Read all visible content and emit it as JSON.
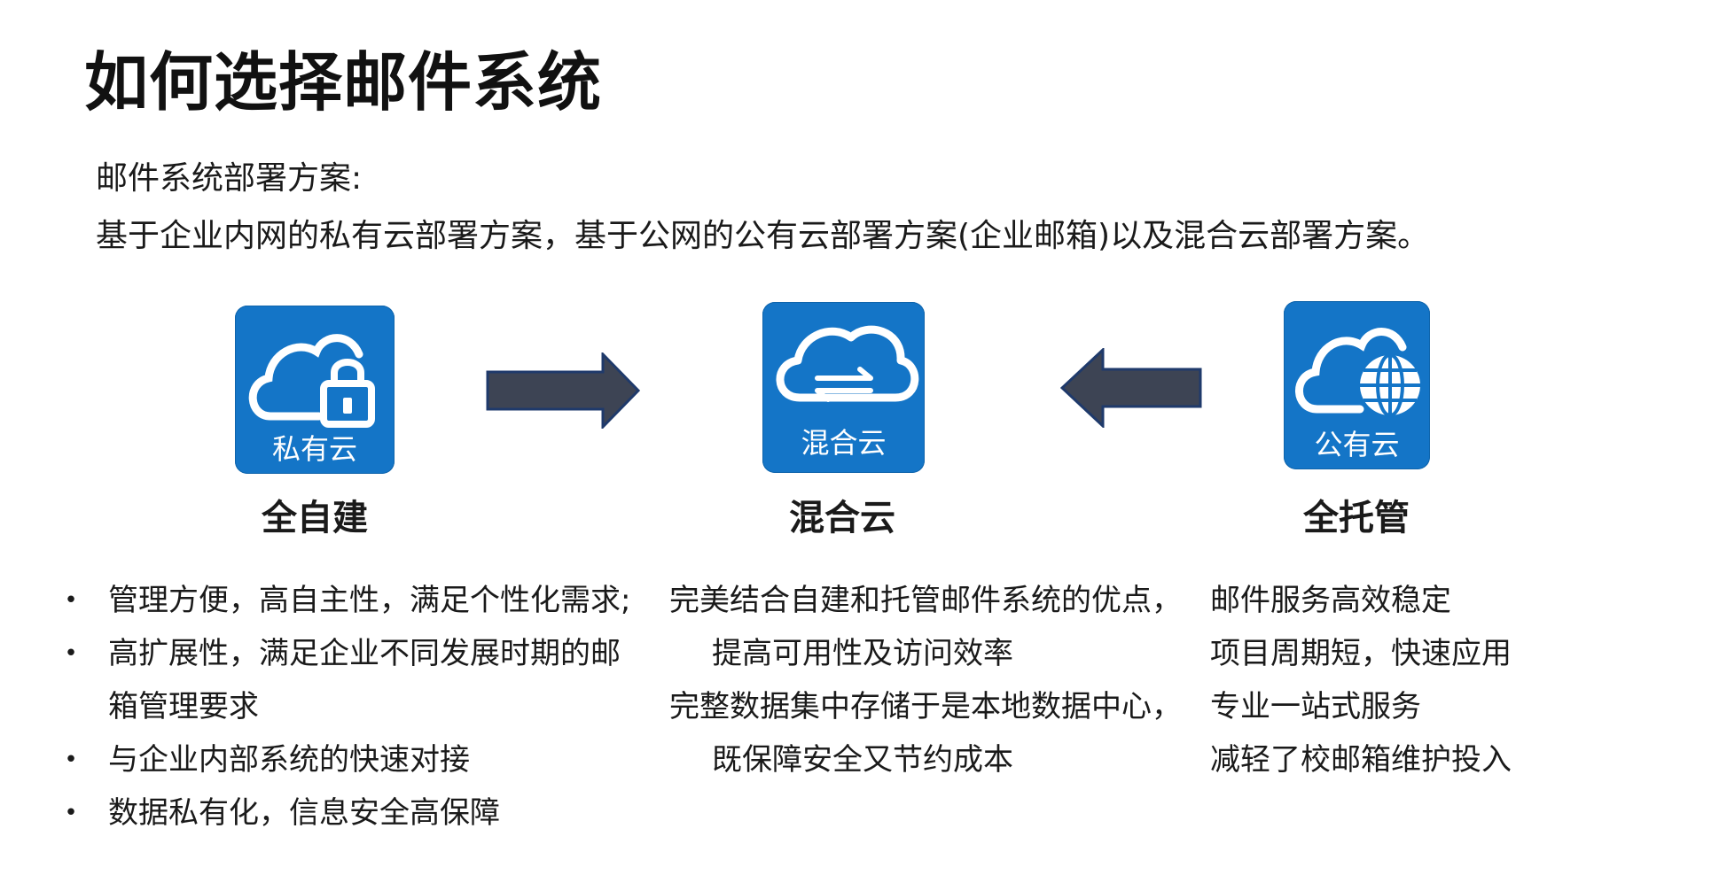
{
  "title": "如何选择邮件系统",
  "intro": {
    "line1": "邮件系统部署方案:",
    "line2": "基于企业内网的私有云部署方案，基于公网的公有云部署方案(企业邮箱)以及混合云部署方案。"
  },
  "tiles": {
    "private": {
      "label": "私有云",
      "caption": "全自建",
      "icon": "cloud-lock-icon"
    },
    "hybrid": {
      "label": "混合云",
      "caption": "混合云",
      "icon": "cloud-sync-icon"
    },
    "public": {
      "label": "公有云",
      "caption": "全托管",
      "icon": "cloud-globe-icon"
    }
  },
  "colors": {
    "tile": "#1475c7",
    "arrow_fill": "#3d4454",
    "arrow_stroke": "#1f3a6b"
  },
  "left_list": {
    "bullet": "•",
    "items": [
      "管理方便，高自主性，满足个性化需求;",
      "高扩展性，满足企业不同发展时期的邮",
      "箱管理要求",
      "与企业内部系统的快速对接",
      "数据私有化，信息安全高保障"
    ]
  },
  "mid_list": [
    "完美结合自建和托管邮件系统的优点，",
    "提高可用性及访问效率",
    "完整数据集中存储于是本地数据中心，",
    "既保障安全又节约成本"
  ],
  "right_list": [
    "邮件服务高效稳定",
    "项目周期短，快速应用",
    "专业一站式服务",
    "减轻了校邮箱维护投入"
  ]
}
